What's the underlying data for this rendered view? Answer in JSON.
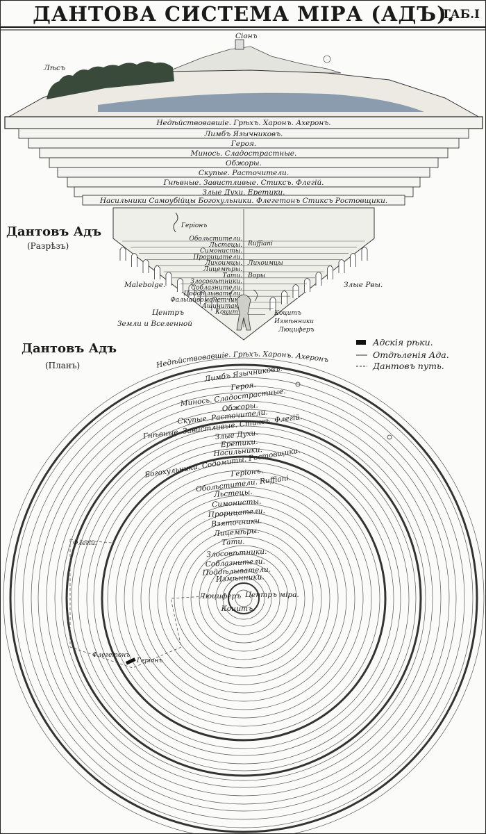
{
  "header": {
    "title": "ДАНТОВА СИСТЕМА МІРА (АДЪ).",
    "plate": "ТАБ.I"
  },
  "section_view": {
    "heading": "Дантовъ Адъ",
    "subheading": "(Разрѣзъ)",
    "labels": {
      "sion": "Сіонъ",
      "forest": "Лѣсъ",
      "malebolge": "Malebolge.",
      "zlye_rvy": "Злые Рвы.",
      "gerion": "Геріонъ",
      "center": [
        "Центръ",
        "Земли и Вселенной"
      ],
      "lucifer": [
        "Коцитъ",
        "Измѣнники",
        "Люциферъ"
      ]
    },
    "circles": [
      "Недѣйствовавшіе. Грѣхъ. Харонъ. Ахеронъ.",
      "Лимбъ Язычниковъ.",
      "Героя.",
      "Минось. Сладострастные.",
      "Обжоры.",
      "Скупые. Расточители.",
      "Гнѣвные. Завистливые. Стиксъ. Флегій.",
      "Злые Духи. Еретики.",
      "Насильники Самоубійцы Богохульники. Флегетонъ Стиксъ Ростовщики."
    ],
    "inner": [
      "Обольстители.",
      "Льстецы.",
      "Симонисты.",
      "Прорицатели.",
      "Лихоимцы.",
      "Лицемѣры.",
      "Тати.",
      "Злосовѣтники.",
      "Соблазнители.",
      "Поддѣлыватели.",
      "Фальшивомонетчики",
      "Ашинитакъ",
      "Коцитъ"
    ],
    "inner_right": [
      "Ruffiani",
      "Лихоимцы",
      "Воры"
    ]
  },
  "legend": [
    {
      "label": "Адскія рѣки.",
      "style": "thick"
    },
    {
      "label": "Отдѣленія Ада.",
      "style": "thin"
    },
    {
      "label": "Дантовъ путь.",
      "style": "dashed"
    }
  ],
  "plan_view": {
    "heading": "Дантовъ Адъ",
    "subheading": "(Планъ)",
    "arc_label": "Недѣйствовавшіе. Грѣхъ. Харонъ. Ахеронъ.",
    "labels": [
      "Лимбъ Язычниковъ.",
      "Героя.",
      "Минось. Сладострастные.",
      "Обжоры.",
      "Скупые. Расточители.",
      "Гнѣвные. Завистливые. Стиксъ. Флегій.",
      "Злые Духи.",
      "Еретики.",
      "Насильники.",
      "Богохульники. Содомиты. Ростовщики.",
      "Геріонъ.",
      "Обольстители. Ruffiani.",
      "Льстецы.",
      "Симонисты.",
      "Прорицатели.",
      "Взяточники.",
      "Лицемѣры.",
      "Тати.",
      "Злосовѣтники.",
      "Соблазнители.",
      "Поддѣлыватели.",
      "Измѣнники.",
      "Коцитъ."
    ],
    "center_labels": {
      "lucifer": "Люциферъ",
      "center": "Центръ міра."
    },
    "side_labels": {
      "flegias": "Флегій.",
      "flegeton": "Флегетонъ",
      "gerion": "Геріонъ"
    }
  },
  "colors": {
    "ink": "#1a1a1a",
    "paper": "#fbfbf9",
    "wall": "#e9e9e3",
    "water": "#7a8ea6",
    "trees": "#3a4a3a"
  }
}
